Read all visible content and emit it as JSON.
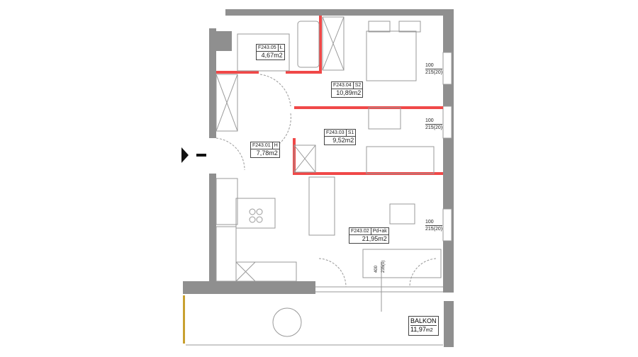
{
  "rooms": [
    {
      "code": "F243.05",
      "type": "Ł",
      "area": "4,67m2"
    },
    {
      "code": "F243.04",
      "type": "S2",
      "area": "10,89m2"
    },
    {
      "code": "F243.03",
      "type": "S1",
      "area": "9,52m2"
    },
    {
      "code": "F243.01",
      "type": "H",
      "area": "7,78m2"
    },
    {
      "code": "F243.02",
      "type": "Pd+ak",
      "area": "21,95m2"
    }
  ],
  "windows": [
    {
      "w": "100",
      "h": "215(20)"
    },
    {
      "w": "100",
      "h": "215(20)"
    },
    {
      "w": "100",
      "h": "215(20)"
    }
  ],
  "balcony_door": {
    "w": "400",
    "h": "235(0)"
  },
  "balcony": {
    "name": "BALKON",
    "area": "11,97",
    "unit": "m2"
  },
  "colors": {
    "wall": "#8f8f8f",
    "new_wall": "#f04848",
    "line": "#9a9a9a"
  }
}
